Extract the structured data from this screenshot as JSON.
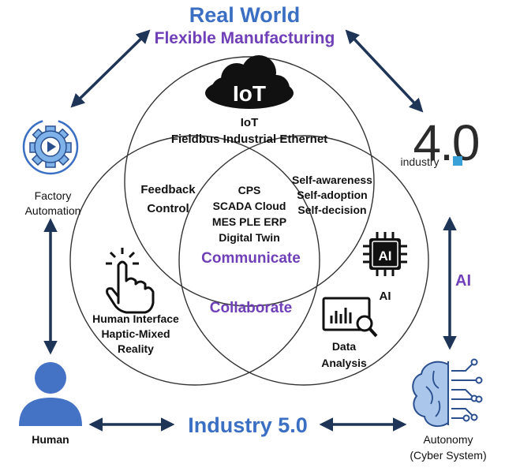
{
  "header": {
    "title": "Real World",
    "subtitle": "Flexible Manufacturing"
  },
  "colors": {
    "blue": "#3a6fc4",
    "purple": "#7040b8",
    "arrow": "#1f3557",
    "circle_stroke": "#333333"
  },
  "top_circle": {
    "logo_text": "IoT",
    "line1": "IoT",
    "line2": "Fieldbus  Industrial Ethernet"
  },
  "left_circle": {
    "overlap_label_line1": "Feedback",
    "overlap_label_line2": "Control",
    "interface_line1": "Human Interface",
    "interface_line2": "Haptic-Mixed",
    "interface_line3": "Reality"
  },
  "right_circle": {
    "self_line1": "Self-awareness",
    "self_line2": "Self-adoption",
    "self_line3": "Self-decision",
    "ai_chip_text": "AI",
    "ai_label": "AI",
    "data_line1": "Data",
    "data_line2": "Analysis"
  },
  "center": {
    "line1": "CPS",
    "line2": "SCADA Cloud",
    "line3": "MES PLE ERP",
    "line4": "Digital Twin",
    "communicate": "Communicate",
    "collaborate": "Collaborate"
  },
  "corners": {
    "factory_line1": "Factory",
    "factory_line2": "Automation",
    "industry_brand_number": "4.0",
    "industry_brand_word": "industry",
    "human_label": "Human",
    "autonomy_line1": "Autonomy",
    "autonomy_line2": "(Cyber System)"
  },
  "connectors": {
    "side_label": "AI",
    "bottom_label": "Industry 5.0"
  },
  "icons": [
    "gear-play-icon",
    "iot-cloud-icon",
    "hand-pointer-icon",
    "ai-chip-icon",
    "data-analysis-icon",
    "person-icon",
    "ai-brain-icon",
    "industry-4-logo"
  ]
}
